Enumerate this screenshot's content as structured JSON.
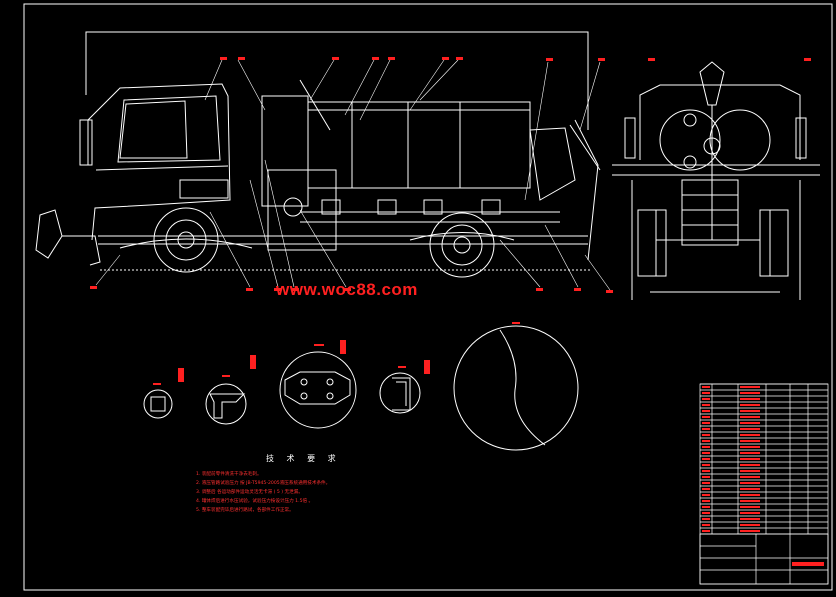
{
  "drawing": {
    "watermark": "www.woc88.com",
    "tech_requirements_title": "技 术 要 求",
    "tech_requirements": [
      "1. 装配前零件清洗干净去毛刺。",
      "2. 液压管路试验压力 按 JB-T5945-2005液压系统通用技术条件。",
      "3. 调整后 各运动部件运动灵活无卡滞 ( 5 ) 无泄漏。",
      "4. 罐体焊后进行水压试验，试验压力按设计压力 1.5倍 。",
      "5. 整车装配完毕后进行路试，各部件工作正常。"
    ]
  },
  "colors": {
    "line": "#ffffff",
    "annotation": "#ff2020",
    "background": "#000000"
  }
}
